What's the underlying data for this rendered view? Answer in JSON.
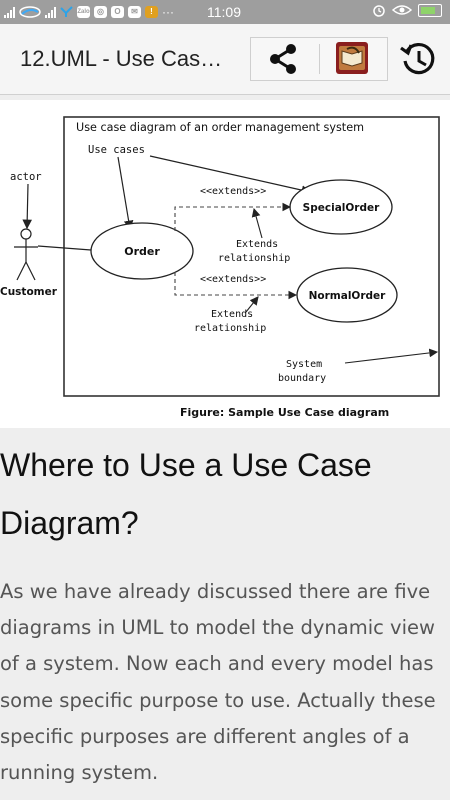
{
  "status_bar": {
    "time": "11:09",
    "icons": [
      "signal-icon",
      "carrier-icon",
      "signal-icon",
      "twitter-icon",
      "zalo-icon",
      "instagram-icon",
      "opera-icon",
      "mail-icon",
      "notification-icon",
      "more-icon",
      "alarm-icon",
      "eye-icon",
      "battery-icon"
    ],
    "zalo_label": "Zalo",
    "more_text": "···"
  },
  "app_bar": {
    "title": "12.UML - Use Cas…",
    "actions": [
      "share-icon",
      "book-icon",
      "history-icon"
    ]
  },
  "diagram": {
    "title": "Use case diagram of an order management system",
    "use_cases_label": "Use cases",
    "actor_label": "actor",
    "actor_name": "Customer",
    "usecase_order": "Order",
    "usecase_special": "SpecialOrder",
    "usecase_normal": "NormalOrder",
    "extends_label_1": "<<extends>>",
    "extends_label_2": "<<extends>>",
    "rel_label_1a": "Extends",
    "rel_label_1b": "relationship",
    "rel_label_2a": "Extends",
    "rel_label_2b": "relationship",
    "system_label_a": "System",
    "system_label_b": "boundary",
    "caption": "Figure: Sample Use Case diagram"
  },
  "article": {
    "heading": "Where to Use a Use Case Diagram?",
    "paragraph": "As we have already discussed there are five diagrams in UML to model the dynamic view of a system. Now each and every model has some specific purpose to use. Actually these specific purposes are different angles of a running system."
  },
  "colors": {
    "status_bar": "#9e9e9e",
    "app_bar": "#f5f5f5",
    "page_background": "#eeeeee",
    "paragraph_text": "#555555",
    "heading_text": "#111111"
  }
}
